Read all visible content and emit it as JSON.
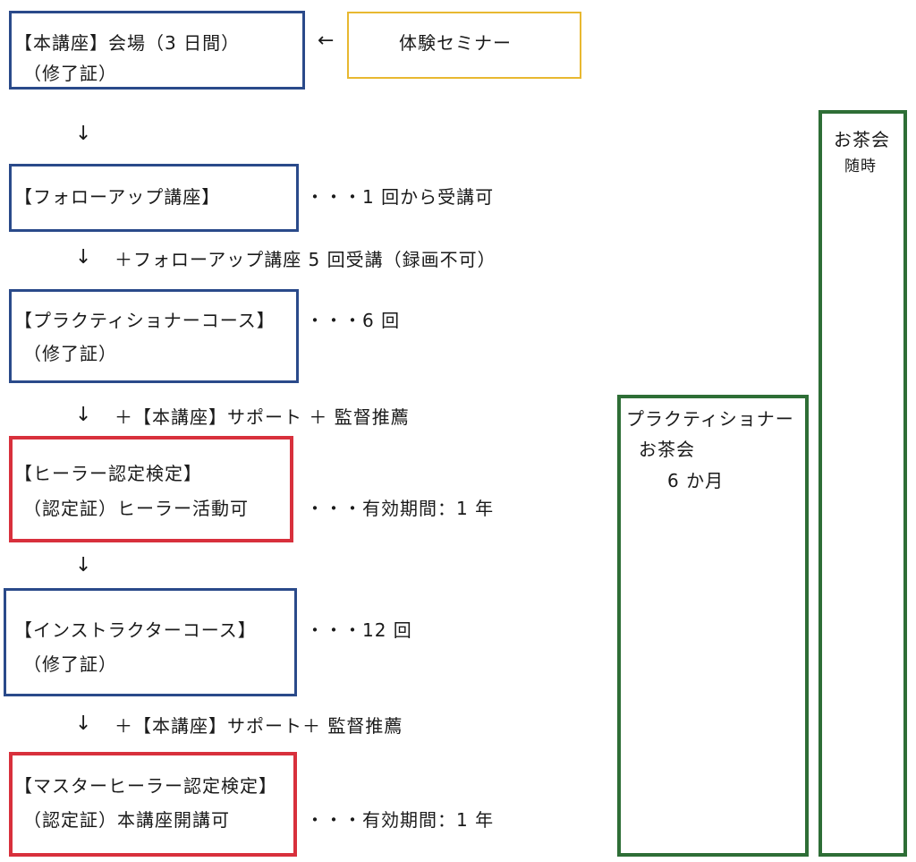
{
  "arrows": {
    "down": "↓",
    "left": "←"
  },
  "seminar": {
    "label": "体験セミナー"
  },
  "main_course": {
    "line1": "【本講座】会場（3 日間）",
    "line2": "（修了証）"
  },
  "follow_up": {
    "title": "【フォローアップ講座】",
    "note": "・・・1 回から受講可"
  },
  "req1": "＋フォローアップ講座 5 回受講（録画不可）",
  "practitioner": {
    "line1": "【プラクティショナーコース】",
    "line2": "（修了証）",
    "note": "・・・6 回"
  },
  "req2": "＋【本講座】サポート ＋ 監督推薦",
  "healer": {
    "line1": "【ヒーラー認定検定】",
    "line2": "（認定証）ヒーラー活動可",
    "note": "・・・有効期間：1 年"
  },
  "instructor": {
    "line1": "【インストラクターコース】",
    "line2": "（修了証）",
    "note": "・・・12 回"
  },
  "req3": "＋【本講座】サポート＋ 監督推薦",
  "master": {
    "line1": "【マスターヒーラー認定検定】",
    "line2": "（認定証）本講座開講可",
    "note": "・・・有効期間：1 年"
  },
  "tea_practitioner": {
    "line1": "プラクティショナー",
    "line2": "お茶会",
    "line3": "6 か月"
  },
  "tea_anytime": {
    "line1": "お茶会",
    "line2": "随時"
  },
  "colors": {
    "blue": "#2a4a8a",
    "red": "#d8303c",
    "yellow": "#e8b830",
    "green": "#2e6e36"
  }
}
